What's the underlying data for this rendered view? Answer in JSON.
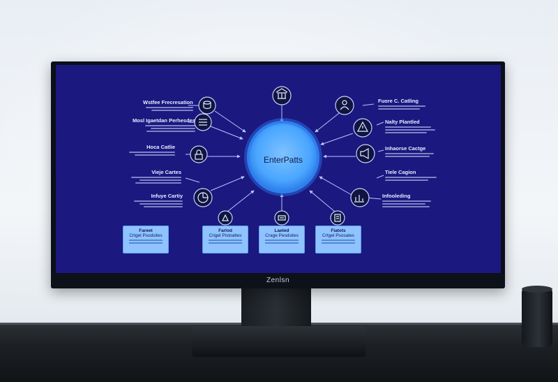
{
  "hub": {
    "label": "EnterPatts"
  },
  "brand": "Zenlsn",
  "left_labels": [
    {
      "title": "Wstfee Frecresation"
    },
    {
      "title": "Mosl Igaetdan Perhesdes"
    },
    {
      "title": "Hoca Catlie"
    },
    {
      "title": "Vieje Cartes"
    },
    {
      "title": "Infuye Cartiy"
    }
  ],
  "right_labels": [
    {
      "title": "Fuore C. Catling"
    },
    {
      "title": "Nalty Plantled"
    },
    {
      "title": "Inhaorse Cactge"
    },
    {
      "title": "Tiele Cagion"
    },
    {
      "title": "Infooleding"
    }
  ],
  "cards": [
    {
      "title": "Fareet",
      "subtitle": "Crtgel Psodsites"
    },
    {
      "title": "Farlod",
      "subtitle": "Crigel Pistoaltes"
    },
    {
      "title": "Laeted",
      "subtitle": "Crage Pesdsites"
    },
    {
      "title": "Fiatots",
      "subtitle": "Crtgel Psosates"
    }
  ],
  "icons": [
    "bank-icon",
    "database-icon",
    "stack-icon",
    "lock-icon",
    "pie-chart-icon",
    "network-icon",
    "person-icon",
    "alert-icon",
    "megaphone-icon",
    "document-icon",
    "storage-icon",
    "chart-icon"
  ],
  "colors": {
    "screen": "#1b1880",
    "hub": "#4aa6ff",
    "node": "#0f1440",
    "card": "#8fc3ff"
  }
}
